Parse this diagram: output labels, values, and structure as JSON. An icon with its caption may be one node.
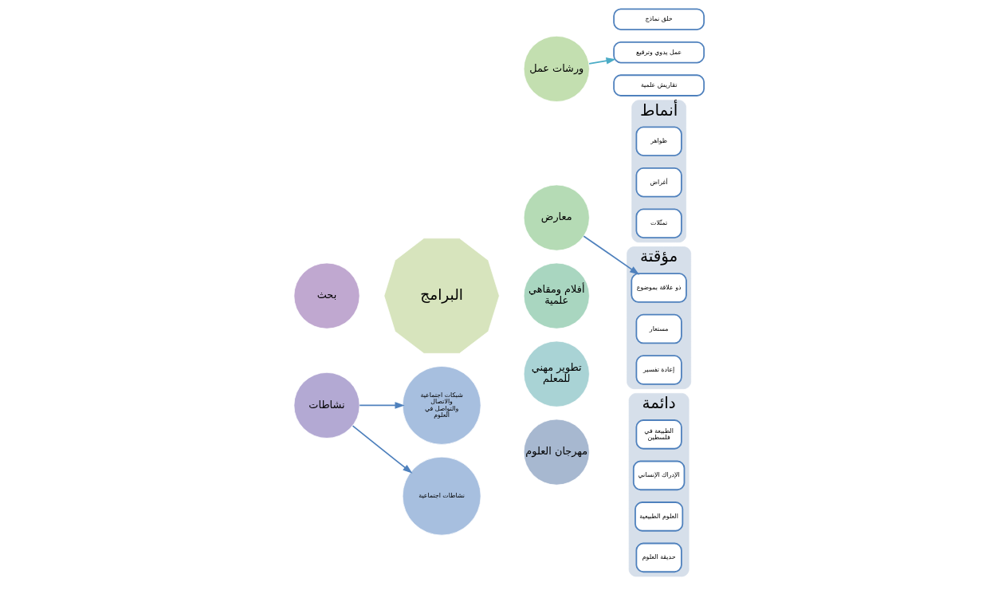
{
  "diagram": {
    "nodes": [
      {
        "text": [
          "البرامج"
        ]
      },
      {
        "text": [
          "ورشات عمل"
        ]
      },
      {
        "text": [
          "معارض"
        ]
      },
      {
        "text": [
          "أفلام ومقاهي علمية"
        ]
      },
      {
        "text": [
          "تطوير مهني للمعلم"
        ]
      },
      {
        "text": [
          "مهرجان العلوم"
        ]
      },
      {
        "text": [
          "نشاطات"
        ]
      },
      {
        "text": [
          "بحث"
        ]
      },
      {
        "text": [
          "خلق نماذج"
        ]
      },
      {
        "text": [
          "عمل يدوي وترقيع"
        ]
      },
      {
        "text": [
          "تقاريش علمية"
        ]
      },
      {
        "text": [
          "أنماط"
        ]
      },
      {
        "text": [
          "ظواهر"
        ],
        "in": 11
      },
      {
        "text": [
          "أغراض"
        ],
        "in": 11
      },
      {
        "text": [
          "تمثّلات"
        ],
        "in": 11
      },
      {
        "text": [
          "مؤقتة"
        ]
      },
      {
        "text": [
          "ذو علاقة بموضوع"
        ],
        "in": 15
      },
      {
        "text": [
          "مستعار"
        ],
        "in": 15
      },
      {
        "text": [
          "إعادة تفسير"
        ],
        "in": 15
      },
      {
        "text": [
          "دائمة"
        ]
      },
      {
        "text": [
          "الطبيعة في فلسطين"
        ],
        "in": 19
      },
      {
        "text": [
          "الإدراك الإنساني"
        ],
        "in": 19
      },
      {
        "text": [
          "العلوم الطبيعية"
        ],
        "in": 19
      },
      {
        "text": [
          "حديقة العلوم"
        ],
        "in": 19
      },
      {
        "text": [
          "شبكات اجتماعية والاتصال والتواصل في العلوم"
        ]
      },
      {
        "text": [
          "نشاطات اجتماعية"
        ]
      }
    ],
    "edges": [
      {
        "from": 1,
        "to": 9,
        "arrow": "to",
        "color": "#4bacc6"
      },
      {
        "from": 2,
        "to": 16,
        "arrow": "to"
      },
      {
        "from": 6,
        "to": 24,
        "arrow": "to"
      },
      {
        "from": 6,
        "to": 25,
        "arrow": "to"
      }
    ]
  }
}
